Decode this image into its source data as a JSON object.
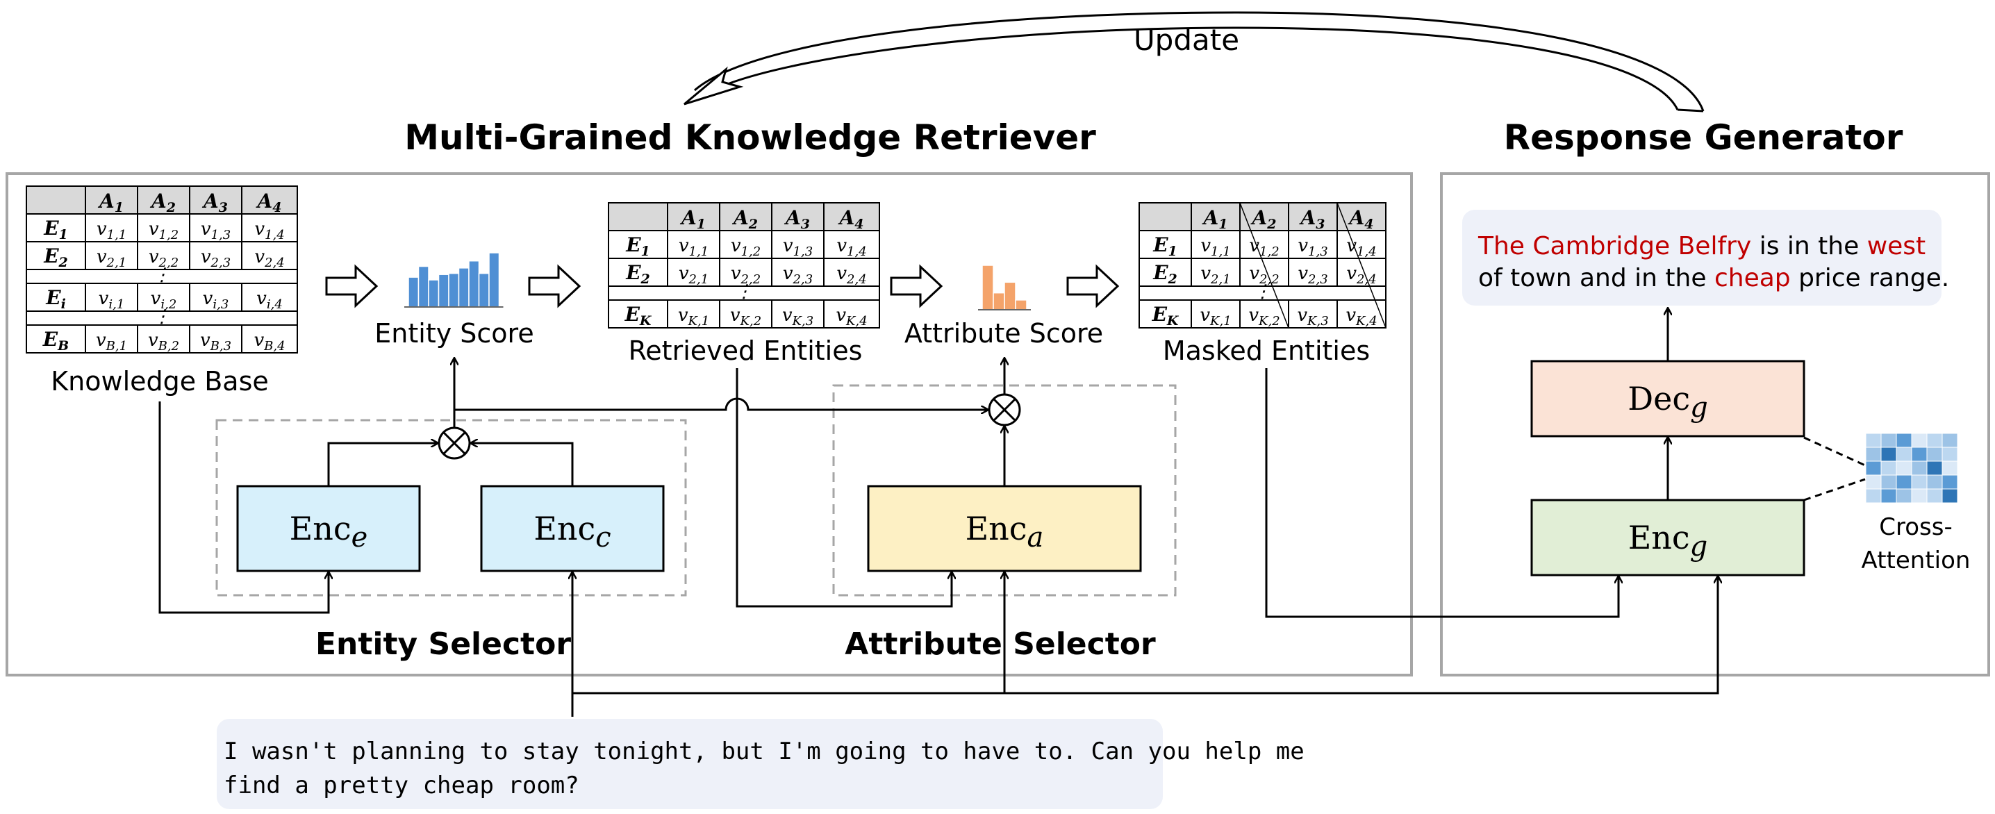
{
  "titles": {
    "retriever": "Multi-Grained Knowledge Retriever",
    "generator": "Response Generator",
    "update": "Update"
  },
  "kb": {
    "label": "Knowledge Base",
    "headers": [
      "",
      "A1",
      "A2",
      "A3",
      "A4"
    ],
    "rows": [
      [
        "E1",
        "v1,1",
        "v1,2",
        "v1,3",
        "v1,4"
      ],
      [
        "E2",
        "v2,1",
        "v2,2",
        "v2,3",
        "v2,4"
      ],
      [
        "⋮"
      ],
      [
        "Ei",
        "vi,1",
        "vi,2",
        "vi,3",
        "vi,4"
      ],
      [
        "⋮"
      ],
      [
        "EB",
        "vB,1",
        "vB,2",
        "vB,3",
        "vB,4"
      ]
    ]
  },
  "entity_score": {
    "label": "Entity Score",
    "values": [
      0.55,
      0.75,
      0.5,
      0.6,
      0.62,
      0.72,
      0.85,
      0.62,
      1.0
    ]
  },
  "retrieved": {
    "label": "Retrieved Entities",
    "headers": [
      "",
      "A1",
      "A2",
      "A3",
      "A4"
    ],
    "rows": [
      [
        "E1",
        "v1,1",
        "v1,2",
        "v1,3",
        "v1,4"
      ],
      [
        "E2",
        "v2,1",
        "v2,2",
        "v2,3",
        "v2,4"
      ],
      [
        "⋮"
      ],
      [
        "EK",
        "vK,1",
        "vK,2",
        "vK,3",
        "vK,4"
      ]
    ]
  },
  "attribute_score": {
    "label": "Attribute Score",
    "values": [
      1.0,
      0.38,
      0.62,
      0.22
    ]
  },
  "masked": {
    "label": "Masked Entities",
    "headers": [
      "",
      "A1",
      "A2",
      "A3",
      "A4"
    ],
    "rows": [
      [
        "E1",
        "v1,1",
        "v1,2",
        "v1,3",
        "v1,4"
      ],
      [
        "E2",
        "v2,1",
        "v2,2",
        "v2,3",
        "v2,4"
      ],
      [
        "⋮"
      ],
      [
        "EK",
        "vK,1",
        "vK,2",
        "vK,3",
        "vK,4"
      ]
    ]
  },
  "encoders": {
    "enc_e": {
      "main": "Enc",
      "sub": "e"
    },
    "enc_c": {
      "main": "Enc",
      "sub": "c"
    },
    "enc_a": {
      "main": "Enc",
      "sub": "a"
    },
    "enc_g": {
      "main": "Enc",
      "sub": "g"
    },
    "dec_g": {
      "main": "Dec",
      "sub": "g"
    }
  },
  "selectors": {
    "entity": "Entity Selector",
    "attribute": "Attribute  Selector"
  },
  "cross_attention": {
    "line1": "Cross-",
    "line2": "Attention"
  },
  "response": {
    "line1": [
      {
        "text": "The Cambridge Belfry",
        "highlight": true
      },
      {
        "text": " is in the ",
        "highlight": false
      },
      {
        "text": "west",
        "highlight": true
      }
    ],
    "line2": [
      {
        "text": "of town and in the ",
        "highlight": false
      },
      {
        "text": "cheap",
        "highlight": true
      },
      {
        "text": " price range.",
        "highlight": false
      }
    ]
  },
  "dialogue": {
    "line1": "I wasn't planning to stay tonight, but I'm going to have to. Can you help me",
    "line2": "find a pretty cheap room?"
  },
  "colors": {
    "enc_blue": "#d7f0fb",
    "enc_yellow": "#fdf0c4",
    "dec_peach": "#fbe3d6",
    "enc_green": "#e1eed6",
    "bubble": "#eef1f9",
    "bar_blue": "#4f8fd4",
    "bar_orange": "#f4a36a",
    "highlight_red": "#c00000",
    "header_gray": "#d9d9d9"
  }
}
